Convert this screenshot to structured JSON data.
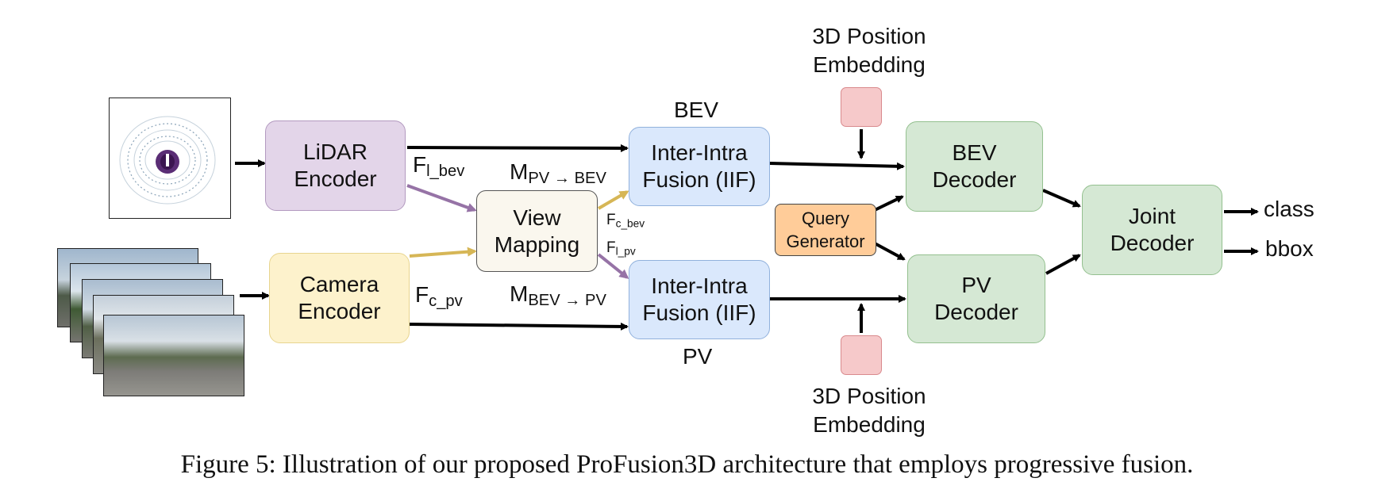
{
  "blocks": {
    "lidar_encoder": {
      "line1": "LiDAR",
      "line2": "Encoder"
    },
    "camera_encoder": {
      "line1": "Camera",
      "line2": "Encoder"
    },
    "view_mapping": {
      "line1": "View",
      "line2": "Mapping"
    },
    "iif_bev": {
      "line1": "Inter-Intra",
      "line2": "Fusion (IIF)"
    },
    "iif_pv": {
      "line1": "Inter-Intra",
      "line2": "Fusion (IIF)"
    },
    "query_generator": {
      "line1": "Query",
      "line2": "Generator"
    },
    "bev_decoder": {
      "line1": "BEV",
      "line2": "Decoder"
    },
    "pv_decoder": {
      "line1": "PV",
      "line2": "Decoder"
    },
    "joint_decoder": {
      "line1": "Joint",
      "line2": "Decoder"
    }
  },
  "labels": {
    "bev": "BEV",
    "pv": "PV",
    "pos_emb_top": {
      "line1": "3D Position",
      "line2": "Embedding"
    },
    "pos_emb_bottom": {
      "line1": "3D Position",
      "line2": "Embedding"
    },
    "f_l_bev": {
      "main": "F",
      "sub": "l_bev"
    },
    "f_c_pv": {
      "main": "F",
      "sub": "c_pv"
    },
    "m_pv_bev": {
      "main": "M",
      "sub": "PV → BEV"
    },
    "m_bev_pv": {
      "main": "M",
      "sub": "BEV → PV"
    },
    "f_c_bev": {
      "main": "F",
      "sub": "c_bev"
    },
    "f_l_pv": {
      "main": "F",
      "sub": "l_pv"
    },
    "out_class": "class",
    "out_bbox": "bbox"
  },
  "caption": "Figure 5: Illustration of our proposed ProFusion3D architecture that employs progressive fusion.",
  "colors": {
    "lidar": "#e3d5e9",
    "camera": "#fdf2cc",
    "view_mapping": "#faf7ee",
    "iif": "#dae8fc",
    "query": "#ffcc99",
    "decoder": "#d5e8d4",
    "embedding": "#f6c9ca",
    "arrow_purple": "#9673a6",
    "arrow_gold": "#d6b656",
    "arrow_black": "#000000"
  }
}
